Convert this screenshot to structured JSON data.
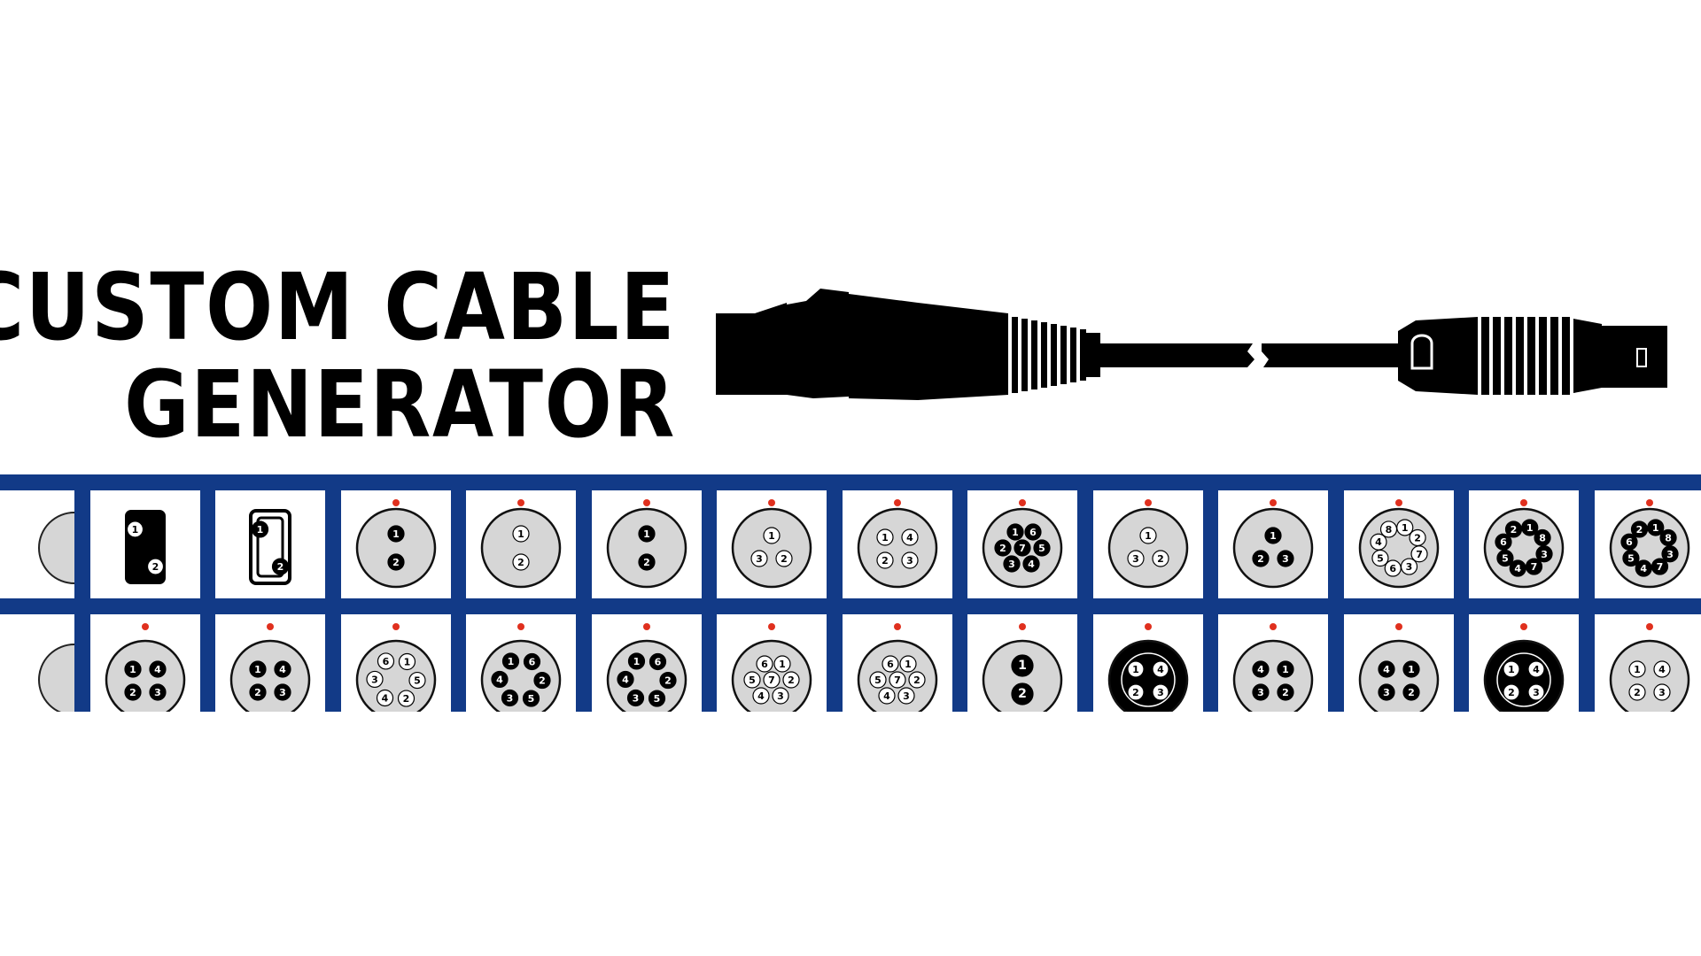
{
  "title": {
    "line1": "CUSTOM CABLE",
    "line2": "GENERATOR"
  },
  "icons": {
    "cable": "xlr-to-lemo-cable-icon"
  },
  "colors": {
    "strip": "#123a87",
    "tile": "#ffffff",
    "connector_face": "#d6d6d6",
    "pin_filled": "#000000",
    "key_dot": "#e0301e"
  },
  "row1": [
    {
      "shape": "partial",
      "pins": []
    },
    {
      "shape": "rect-filled",
      "pins": [
        "1",
        "2"
      ]
    },
    {
      "shape": "rect-open",
      "pins": [
        "1",
        "2"
      ]
    },
    {
      "shape": "circle",
      "style": "filled",
      "pins": [
        "1",
        "2"
      ],
      "layout": "v2"
    },
    {
      "shape": "circle",
      "style": "outline",
      "pins": [
        "1",
        "2"
      ],
      "layout": "v2"
    },
    {
      "shape": "circle",
      "style": "filled",
      "pins": [
        "1",
        "2"
      ],
      "layout": "v2"
    },
    {
      "shape": "circle",
      "style": "outline",
      "pins": [
        "1",
        "3",
        "2"
      ],
      "layout": "tri"
    },
    {
      "shape": "circle",
      "style": "outline",
      "pins": [
        "1",
        "4",
        "2",
        "3"
      ],
      "layout": "quad"
    },
    {
      "shape": "circle",
      "style": "filled",
      "pins": [
        "1",
        "6",
        "2",
        "7",
        "5",
        "3",
        "4"
      ],
      "layout": "seven"
    },
    {
      "shape": "circle",
      "style": "outline",
      "pins": [
        "1",
        "3",
        "2"
      ],
      "layout": "tri"
    },
    {
      "shape": "circle",
      "style": "filled",
      "pins": [
        "1",
        "2",
        "3"
      ],
      "layout": "tri"
    },
    {
      "shape": "circle",
      "style": "outline",
      "pins": [
        "8",
        "1",
        "2",
        "7",
        "3",
        "6",
        "5",
        "4"
      ],
      "layout": "ring"
    },
    {
      "shape": "circle",
      "style": "filled",
      "pins": [
        "2",
        "1",
        "8",
        "3",
        "7",
        "4",
        "5",
        "6"
      ],
      "layout": "ring"
    },
    {
      "shape": "circle",
      "style": "filled",
      "pins": [
        "2",
        "1",
        "8",
        "3",
        "7",
        "4",
        "5",
        "6"
      ],
      "layout": "ring"
    },
    {
      "shape": "partial",
      "pins": []
    }
  ],
  "row2": [
    {
      "shape": "partial",
      "pins": []
    },
    {
      "shape": "circle",
      "style": "filled",
      "pins": [
        "1",
        "4",
        "2",
        "3"
      ],
      "layout": "quad"
    },
    {
      "shape": "circle",
      "style": "filled",
      "pins": [
        "1",
        "4",
        "2",
        "3"
      ],
      "layout": "quad"
    },
    {
      "shape": "circle",
      "style": "outline",
      "pins": [
        "6",
        "1",
        "5",
        "2",
        "4",
        "3"
      ],
      "layout": "ring"
    },
    {
      "shape": "circle",
      "style": "filled",
      "pins": [
        "1",
        "6",
        "2",
        "5",
        "3",
        "4"
      ],
      "layout": "ring"
    },
    {
      "shape": "circle",
      "style": "filled",
      "pins": [
        "1",
        "6",
        "2",
        "5",
        "3",
        "4"
      ],
      "layout": "ring"
    },
    {
      "shape": "circle",
      "style": "outline",
      "pins": [
        "6",
        "1",
        "5",
        "7",
        "2",
        "4",
        "3"
      ],
      "layout": "seven"
    },
    {
      "shape": "circle",
      "style": "outline",
      "pins": [
        "6",
        "1",
        "5",
        "7",
        "2",
        "4",
        "3"
      ],
      "layout": "seven"
    },
    {
      "shape": "circle",
      "style": "big",
      "pins": [
        "1",
        "2"
      ],
      "layout": "v2"
    },
    {
      "shape": "circle",
      "style": "black",
      "pins": [
        "1",
        "4",
        "2",
        "3"
      ],
      "layout": "quad"
    },
    {
      "shape": "circle",
      "style": "filled",
      "pins": [
        "4",
        "1",
        "3",
        "2"
      ],
      "layout": "quad"
    },
    {
      "shape": "circle",
      "style": "filled",
      "pins": [
        "4",
        "1",
        "3",
        "2"
      ],
      "layout": "quad"
    },
    {
      "shape": "circle",
      "style": "black",
      "pins": [
        "1",
        "4",
        "2",
        "3"
      ],
      "layout": "quad"
    },
    {
      "shape": "circle",
      "style": "outline",
      "pins": [
        "1",
        "4",
        "2",
        "3"
      ],
      "layout": "quad"
    },
    {
      "shape": "partial",
      "pins": []
    }
  ]
}
